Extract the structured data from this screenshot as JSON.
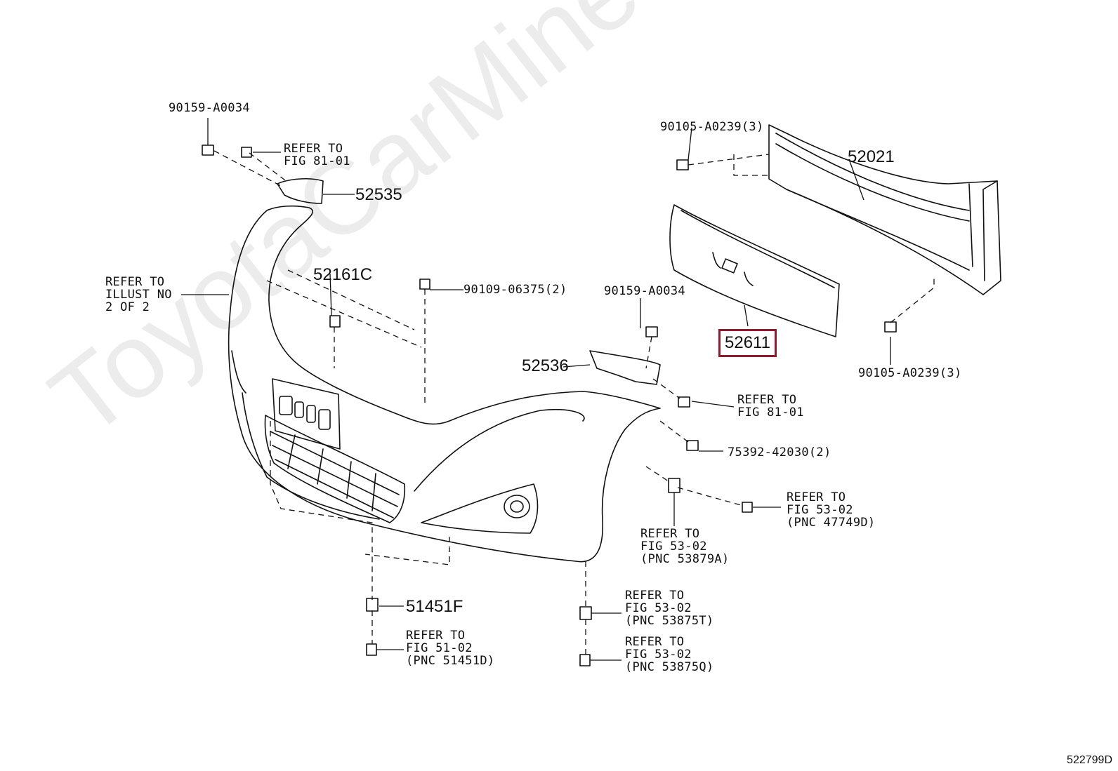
{
  "watermark": "ToyotaCarMine.ru",
  "diagram_code": "522799D",
  "highlight_color": "#8e1b2d",
  "parts": {
    "p52535": "52535",
    "p52161c": "52161C",
    "p52536": "52536",
    "p52021": "52021",
    "p52611": "52611",
    "p51451f": "51451F"
  },
  "callouts": {
    "c90159_top": "90159-A0034",
    "c_ref_81_01_top": "REFER TO\nFIG 81-01",
    "c_ref_illust": "REFER TO\nILLUST NO\n2 OF 2",
    "c90109": "90109-06375(2)",
    "c90159_mid": "90159-A0034",
    "c90105_top": "90105-A0239(3)",
    "c90105_bot": "90105-A0239(3)",
    "c_ref_81_01_mid": "REFER TO\nFIG 81-01",
    "c75392": "75392-42030(2)",
    "c_ref_47749d": "REFER TO\nFIG 53-02\n(PNC 47749D)",
    "c_ref_53879a": "REFER TO\nFIG 53-02\n(PNC 53879A)",
    "c_ref_51451d": "REFER TO\nFIG 51-02\n(PNC 51451D)",
    "c_ref_53875t": "REFER TO\nFIG 53-02\n(PNC 53875T)",
    "c_ref_53875q": "REFER TO\nFIG 53-02\n(PNC 53875Q)"
  }
}
